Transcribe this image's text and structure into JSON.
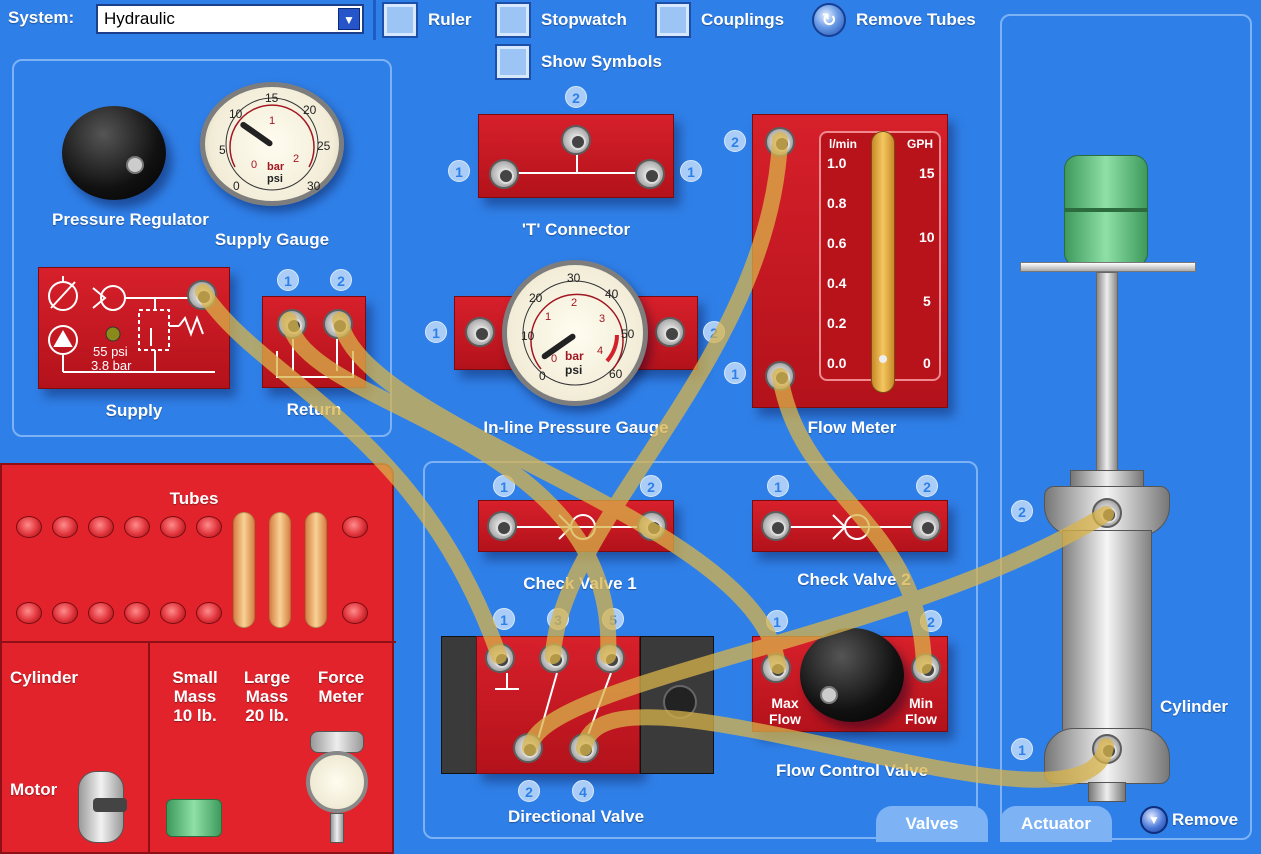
{
  "topbar": {
    "system_label": "System:",
    "system_value": "Hydraulic",
    "ruler_label": "Ruler",
    "stopwatch_label": "Stopwatch",
    "couplings_label": "Couplings",
    "remove_tubes_label": "Remove Tubes",
    "show_symbols_label": "Show Symbols"
  },
  "supply_panel": {
    "pressure_regulator_label": "Pressure Regulator",
    "supply_gauge_label": "Supply Gauge",
    "supply_label": "Supply",
    "supply_psi": "55 psi",
    "supply_bar": "3.8 bar",
    "return_label": "Return",
    "return_ports": [
      "1",
      "2"
    ],
    "supply_gauge_scale_psi": [
      "0",
      "5",
      "10",
      "15",
      "20",
      "25",
      "30"
    ],
    "supply_gauge_scale_bar": [
      "0",
      "1",
      "2"
    ],
    "gauge_units_bar": "bar",
    "gauge_units_psi": "psi"
  },
  "components": {
    "t_connector_label": "'T' Connector",
    "t_connector_ports": [
      "1",
      "2",
      "1"
    ],
    "inline_gauge_label": "In-line Pressure Gauge",
    "inline_gauge_ports": [
      "1",
      "2"
    ],
    "inline_gauge_scale_psi": [
      "0",
      "10",
      "20",
      "30",
      "40",
      "50",
      "60"
    ],
    "inline_gauge_scale_bar": [
      "0",
      "1",
      "2",
      "3",
      "4"
    ],
    "flow_meter_label": "Flow Meter",
    "flow_meter_ports": [
      "2",
      "1"
    ],
    "flow_meter_lmin_label": "l/min",
    "flow_meter_gph_label": "GPH",
    "flow_meter_lmin_scale": [
      "1.0",
      "0.8",
      "0.6",
      "0.4",
      "0.2",
      "0.0"
    ],
    "flow_meter_gph_scale": [
      "15",
      "10",
      "5",
      "0"
    ]
  },
  "valves_panel": {
    "tab_label": "Valves",
    "check_valve_1_label": "Check Valve 1",
    "check_valve_1_ports": [
      "1",
      "2"
    ],
    "check_valve_2_label": "Check Valve 2",
    "check_valve_2_ports": [
      "1",
      "2"
    ],
    "directional_valve_label": "Directional Valve",
    "directional_top_ports": [
      "1",
      "3",
      "5"
    ],
    "directional_bottom_ports": [
      "2",
      "4"
    ],
    "flow_control_label": "Flow Control Valve",
    "flow_control_ports": [
      "1",
      "2"
    ],
    "max_flow_label": "Max Flow",
    "min_flow_label": "Min Flow"
  },
  "actuator_panel": {
    "tab_label": "Actuator",
    "cylinder_label": "Cylinder",
    "ports": [
      "2",
      "1"
    ],
    "remove_label": "Remove"
  },
  "parts_bin": {
    "tubes_label": "Tubes",
    "cylinder_label": "Cylinder",
    "small_mass_label": "Small Mass 10 lb.",
    "large_mass_label": "Large Mass 20 lb.",
    "force_meter_label": "Force Meter",
    "motor_label": "Motor"
  },
  "colors": {
    "background": "#2f7fe8",
    "component_red": "#c8161f",
    "panel_outline": "#7db3f5",
    "tube": "#e6c873",
    "mass_green": "#5fc07a"
  }
}
